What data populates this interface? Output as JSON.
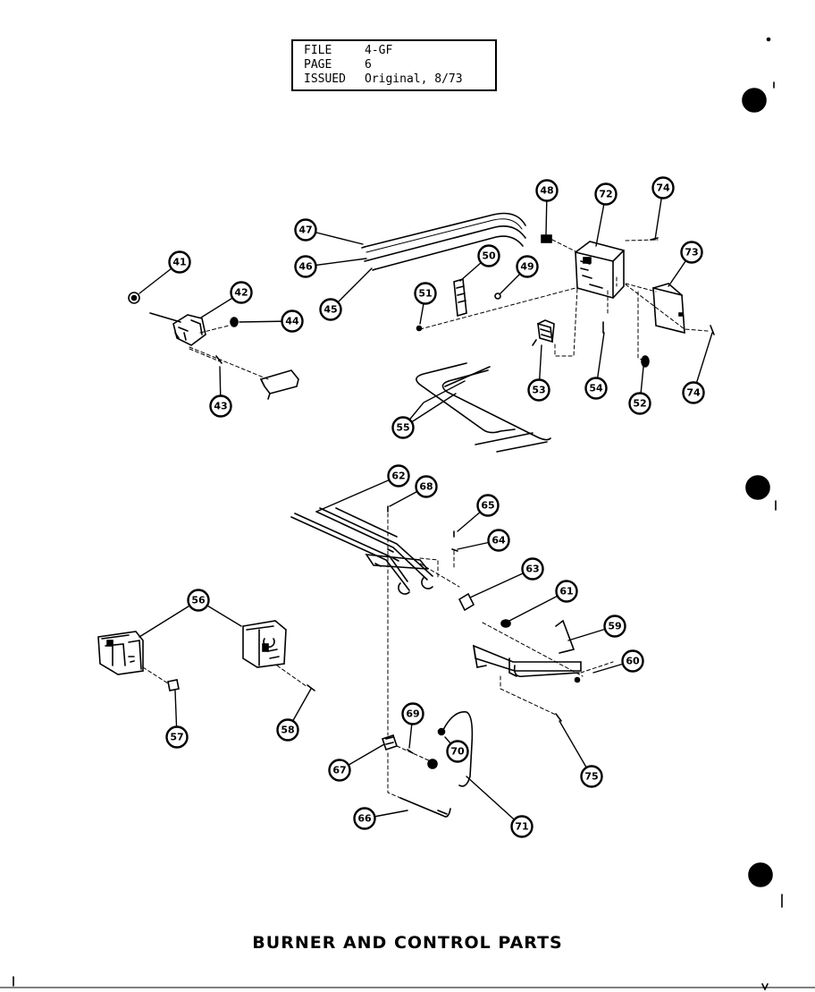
{
  "header": {
    "file_label": "FILE",
    "file_value": "4-GF",
    "page_label": "PAGE",
    "page_value": "6",
    "issued_label": "ISSUED",
    "issued_value": "Original, 8/73"
  },
  "title": "BURNER AND CONTROL PARTS",
  "callouts": [
    "41",
    "42",
    "43",
    "44",
    "45",
    "46",
    "47",
    "48",
    "49",
    "50",
    "51",
    "52",
    "53",
    "54",
    "55",
    "56",
    "57",
    "58",
    "59",
    "60",
    "61",
    "63",
    "64",
    "65",
    "66",
    "67",
    "68",
    "69",
    "70",
    "71",
    "72",
    "73",
    "74",
    "75",
    "62"
  ]
}
